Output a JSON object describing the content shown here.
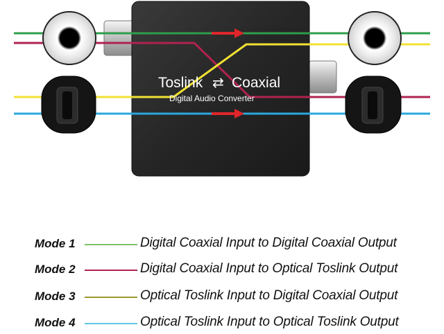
{
  "device": {
    "title_left": "Toslink",
    "title_arrow": "⇄",
    "title_right": "Coaxial",
    "subtitle": "Digital Audio Converter"
  },
  "colors": {
    "green": "#2e9e4a",
    "red": "#b0234f",
    "yellow": "#f2e233",
    "blue": "#2aa8dc",
    "arrow": "#e0262b",
    "body": "#2a2a2a"
  },
  "legend": [
    {
      "mode": "Mode 1",
      "color": "#7cc36a",
      "text": "Digital Coaxial Input to Digital Coaxial Output"
    },
    {
      "mode": "Mode 2",
      "color": "#b0234f",
      "text": "Digital Coaxial Input to Optical Toslink Output"
    },
    {
      "mode": "Mode 3",
      "color": "#9a9a2a",
      "text": "Optical Toslink Input to Digital Coaxial Output"
    },
    {
      "mode": "Mode 4",
      "color": "#5cc6e6",
      "text": "Optical Toslink Input to Optical Toslink Output"
    }
  ]
}
